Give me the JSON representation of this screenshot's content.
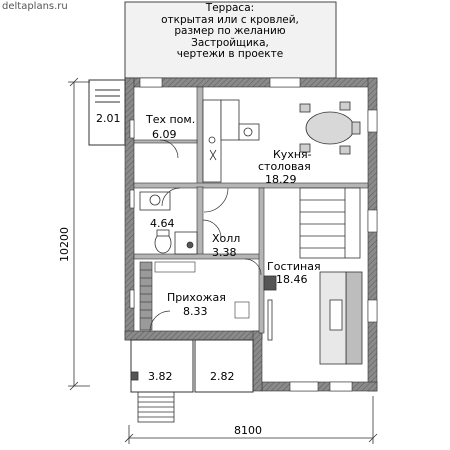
{
  "site": "deltaplans.ru",
  "terrace": {
    "lines": [
      "Терраса:",
      "открытая или с кровлей,",
      "размер по желанию",
      "Застройщика,",
      "чертежи в проекте"
    ]
  },
  "rooms": {
    "porch_top": "2.01",
    "tech_name": "Тех пом.",
    "tech_area": "6.09",
    "kitchen_name_1": "Кухня-",
    "kitchen_name_2": "столовая",
    "kitchen_area": "18.29",
    "bath_area": "4.64",
    "hall_name": "Холл",
    "hall_area": "3.38",
    "living_name": "Гостиная",
    "living_area": "18.46",
    "entry_name": "Прихожая",
    "entry_area": "8.33",
    "porch_left": "3.82",
    "porch_right": "2.82"
  },
  "dimensions": {
    "width": "8100",
    "height": "10200"
  },
  "colors": {
    "wall": "#7a7a7a",
    "wall_dark": "#4a4a4a",
    "terrace_fill": "#f0f0f0",
    "furniture": "#9a9a9a",
    "line": "#222222"
  }
}
